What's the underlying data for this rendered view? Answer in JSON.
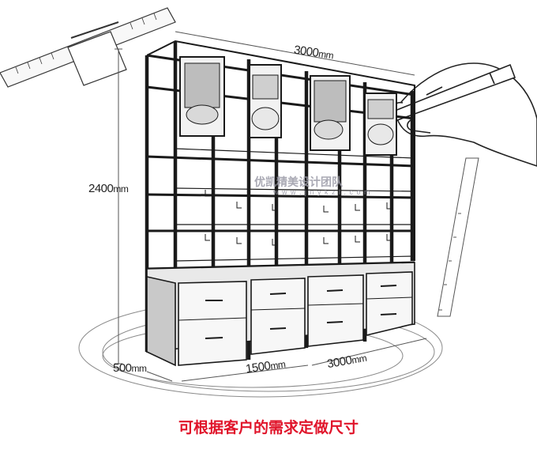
{
  "dimensions": {
    "width": {
      "value": "3000",
      "unit": "mm"
    },
    "height": {
      "value": "2400",
      "unit": "mm"
    },
    "depth": {
      "value": "500",
      "unit": "mm"
    },
    "middle": {
      "value": "1500",
      "unit": "mm"
    },
    "base": {
      "value": "3000",
      "unit": "mm"
    }
  },
  "watermark": {
    "text": "优凯精美设计团队",
    "url": "w w w . j n y k z l . c o m"
  },
  "caption": "可根据客户的需求定做尺寸",
  "colors": {
    "line": "#1a1a1a",
    "caption": "#e0142a",
    "watermark": "#9a9aa6",
    "cabinet": "#f4f4f4"
  }
}
